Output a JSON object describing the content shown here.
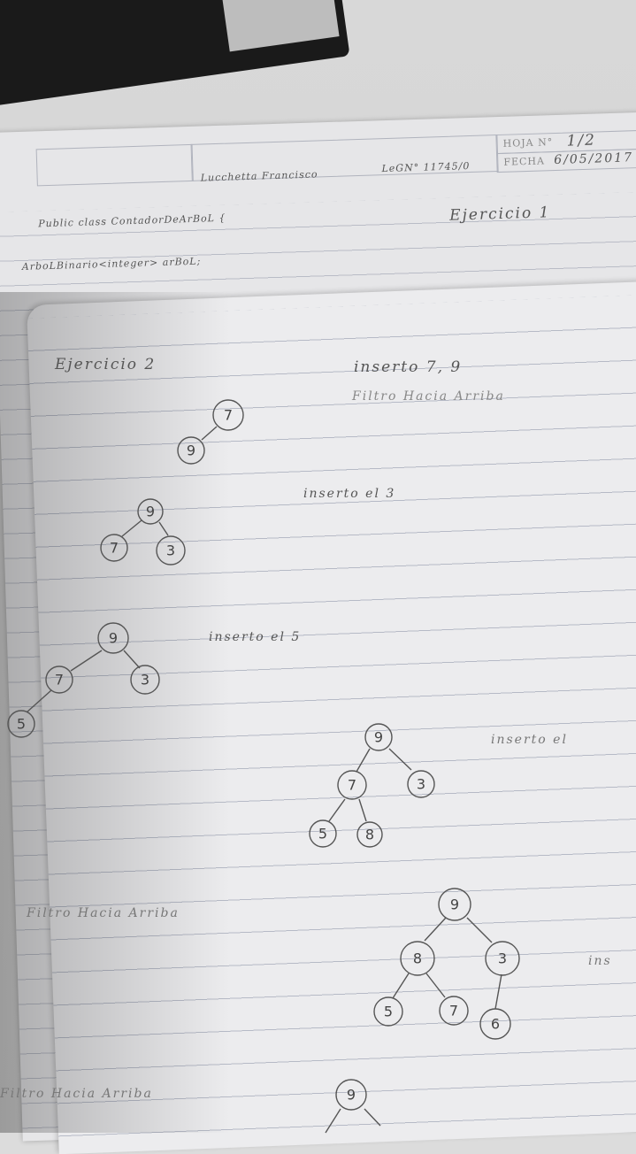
{
  "header": {
    "hoja_label": "HOJA N°",
    "hoja_value": "1/2",
    "fecha_label": "FECHA",
    "fecha_value": "6/05/2017",
    "student": "Lucchetta Francisco",
    "legajo": "LeGN° 11745/0"
  },
  "back_sheet": {
    "line1": "Public class ContadorDeArBoL {",
    "ejercicio1": "Ejercicio 1",
    "line2": "ArboLBinario<integer> arBoL;"
  },
  "front_sheet": {
    "ejercicio2": "Ejercicio 2",
    "note1": "inserto 7, 9",
    "note2": "Filtro Hacia Arriba",
    "note3": "inserto el 3",
    "note4": "inserto el 5",
    "note5": "inserto el",
    "note6": "Filtro Hacia Arriba",
    "note7": "ins",
    "note8": "Filtro Hacia Arriba"
  },
  "trees": [
    [
      "7",
      "9"
    ],
    [
      "9",
      "7",
      "3"
    ],
    [
      "9",
      "7",
      "3",
      "5"
    ],
    [
      "9",
      "7",
      "3",
      "5",
      "8"
    ],
    [
      "9",
      "8",
      "3",
      "5",
      "7",
      "6"
    ],
    [
      "9"
    ]
  ]
}
